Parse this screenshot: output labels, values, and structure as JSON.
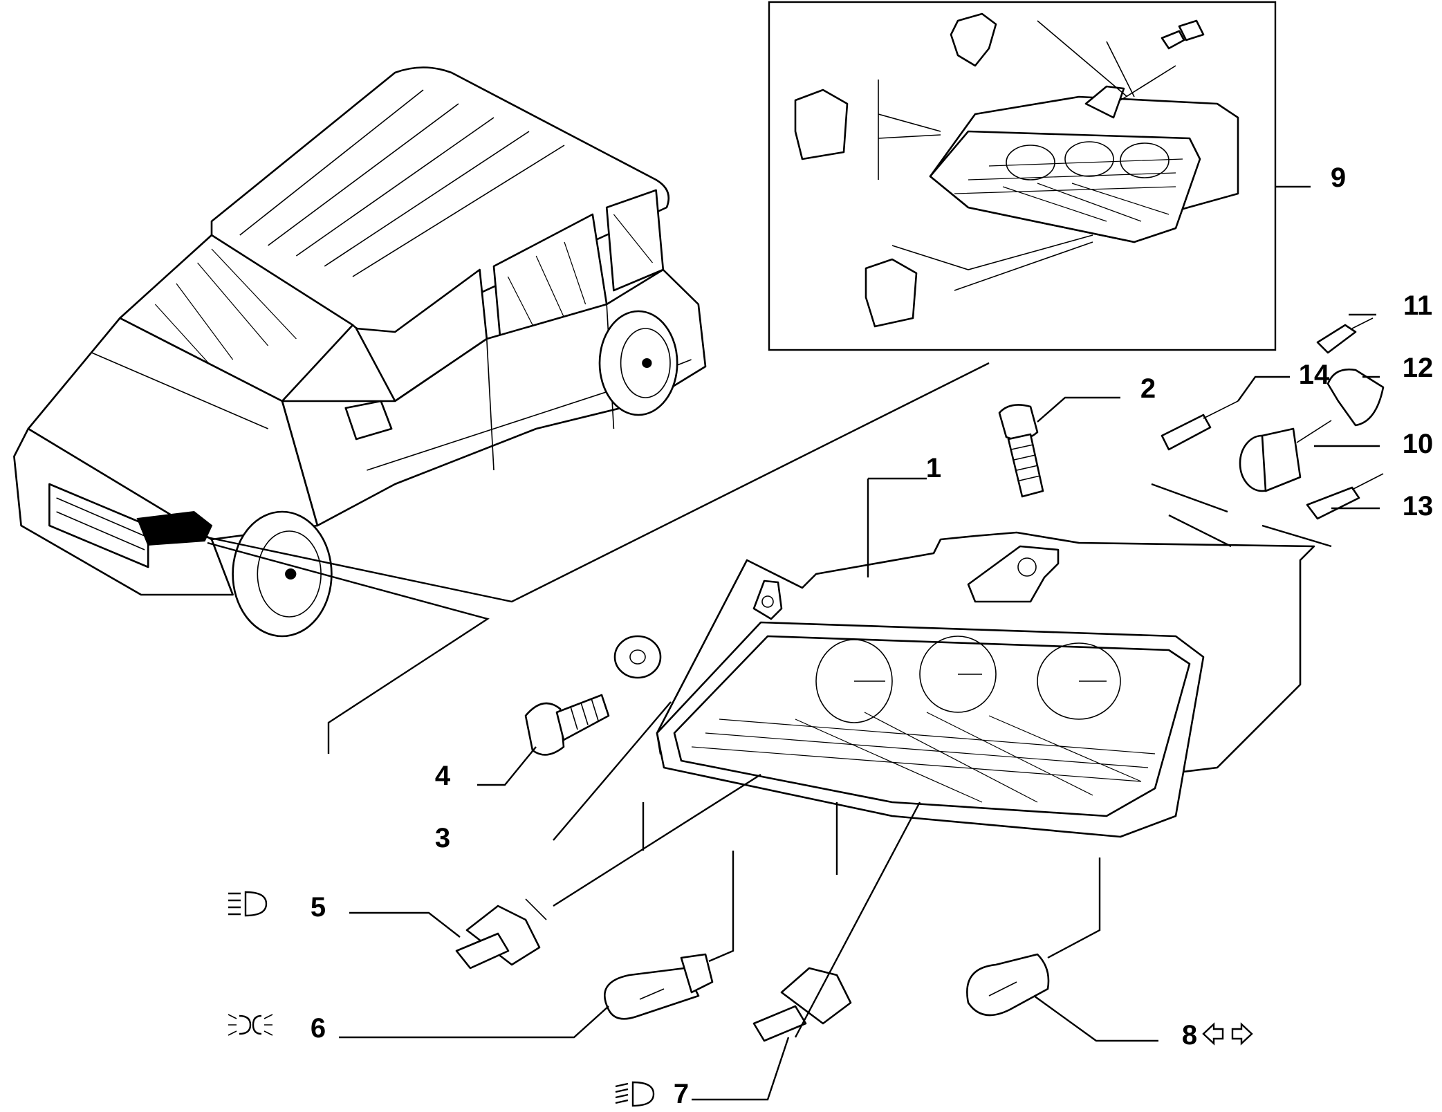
{
  "diagram": {
    "callouts": [
      {
        "id": "c1",
        "label": "1"
      },
      {
        "id": "c2",
        "label": "2"
      },
      {
        "id": "c3",
        "label": "3"
      },
      {
        "id": "c4",
        "label": "4"
      },
      {
        "id": "c5",
        "label": "5"
      },
      {
        "id": "c6",
        "label": "6"
      },
      {
        "id": "c7",
        "label": "7"
      },
      {
        "id": "c8",
        "label": "8"
      },
      {
        "id": "c9",
        "label": "9"
      },
      {
        "id": "c10",
        "label": "10"
      },
      {
        "id": "c11",
        "label": "11"
      },
      {
        "id": "c12",
        "label": "12"
      },
      {
        "id": "c13",
        "label": "13"
      },
      {
        "id": "c14",
        "label": "14"
      }
    ],
    "symbols": {
      "high_beam": "high-beam-icon",
      "side_light": "side-light-icon",
      "low_beam": "low-beam-icon",
      "turn_signal": "turn-signal-arrows-icon"
    }
  }
}
